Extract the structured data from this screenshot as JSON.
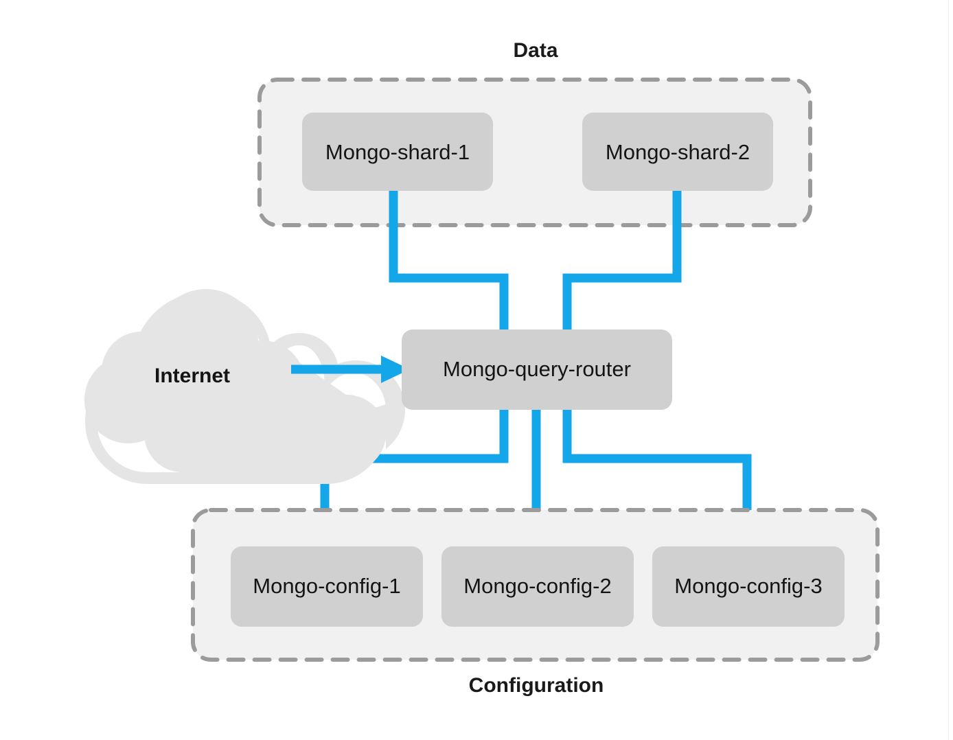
{
  "diagram": {
    "title_data": "Data",
    "title_configuration": "Configuration",
    "colors": {
      "connector_blue": "#13a6e8",
      "node_gray": "#d0d0d0",
      "group_fill": "#f1f1f1",
      "group_border": "#9b9b9b",
      "cloud_gray": "#e5e5e5",
      "background": "#ffffff",
      "text": "#141414"
    },
    "groups": [
      {
        "id": "data-group",
        "label": "Data",
        "label_position": "above",
        "nodes": [
          "Mongo-shard-1",
          "Mongo-shard-2"
        ]
      },
      {
        "id": "configuration-group",
        "label": "Configuration",
        "label_position": "below",
        "nodes": [
          "Mongo-config-1",
          "Mongo-config-2",
          "Mongo-config-3"
        ]
      }
    ],
    "nodes": {
      "shard1": "Mongo-shard-1",
      "shard2": "Mongo-shard-2",
      "router": "Mongo-query-router",
      "config1": "Mongo-config-1",
      "config2": "Mongo-config-2",
      "config3": "Mongo-config-3",
      "internet": "Internet"
    },
    "connections": [
      {
        "from": "Internet",
        "to": "Mongo-query-router",
        "style": "arrow"
      },
      {
        "from": "Mongo-shard-1",
        "to": "Mongo-query-router",
        "style": "orthogonal"
      },
      {
        "from": "Mongo-shard-2",
        "to": "Mongo-query-router",
        "style": "orthogonal"
      },
      {
        "from": "Mongo-query-router",
        "to": "Mongo-config-1",
        "style": "orthogonal"
      },
      {
        "from": "Mongo-query-router",
        "to": "Mongo-config-2",
        "style": "straight"
      },
      {
        "from": "Mongo-query-router",
        "to": "Mongo-config-3",
        "style": "orthogonal"
      }
    ]
  }
}
